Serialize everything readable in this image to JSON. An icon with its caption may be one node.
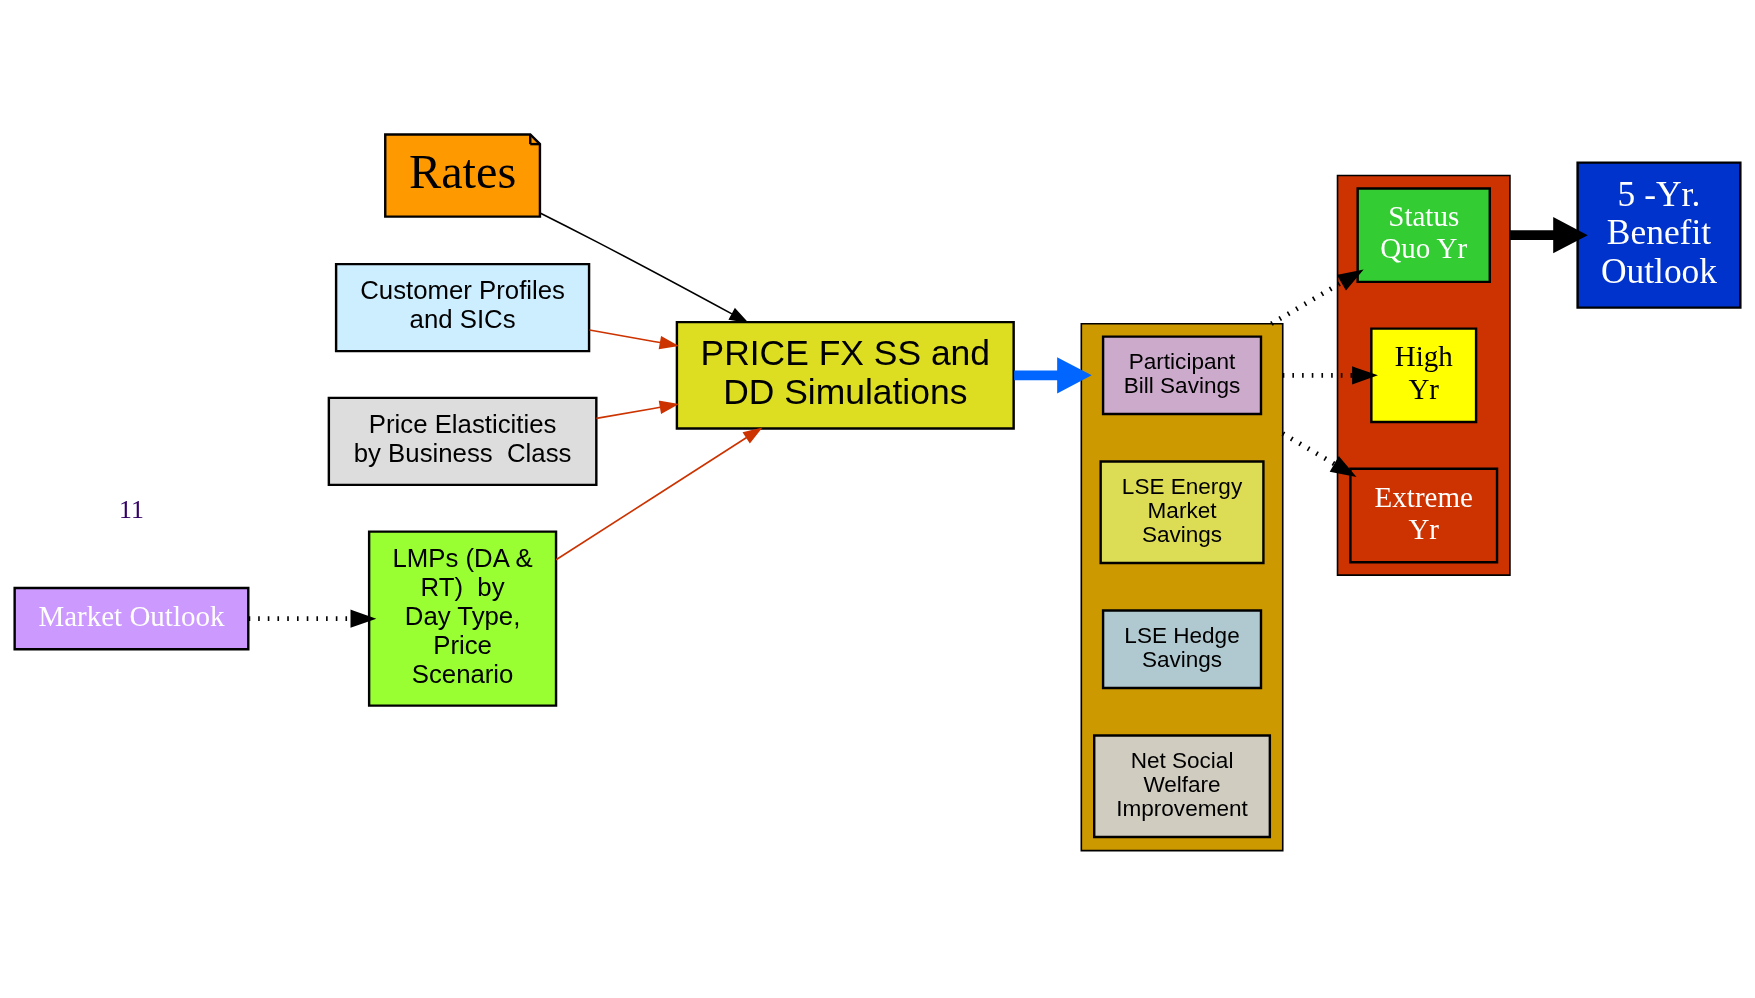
{
  "diagram": {
    "nodes": [
      {
        "text": [
          "Rates"
        ]
      },
      {
        "text": [
          "Customer Profiles and SICs"
        ]
      },
      {
        "text": [
          "Market Outlook"
        ]
      },
      {
        "text": [
          "Price Elasticities by Business  Class"
        ]
      },
      {
        "text": [
          "PRICE FX SS and DD Simulations"
        ]
      },
      {
        "text": [
          "LMPs (DA & RT)  by Day Type, Price Scenario"
        ]
      },
      {
        "text": [],
        "shape": "box"
      },
      {
        "text": [
          "Participant  Bill Savings"
        ],
        "in": 6
      },
      {
        "text": [
          "LSE Energy Market Savings"
        ],
        "in": 6
      },
      {
        "text": [
          "LSE Hedge Savings"
        ],
        "in": 6
      },
      {
        "text": [
          "Net Social Welfare Improvement"
        ],
        "in": 6
      },
      {
        "text": [],
        "shape": "box"
      },
      {
        "text": [
          "Status Quo Yr"
        ],
        "in": 11
      },
      {
        "text": [
          "High Yr"
        ],
        "in": 11
      },
      {
        "text": [
          "Extreme Yr"
        ],
        "in": 11
      },
      {
        "text": [
          "5 -Yr. Benefit Outlook"
        ]
      }
    ],
    "edges": [
      {
        "from": 0,
        "to": 4,
        "arrow": "to"
      },
      {
        "from": 1,
        "to": 4,
        "arrow": "to",
        "color": "#cc3300"
      },
      {
        "from": 2,
        "to": 5,
        "arrow": "to",
        "style": "dashed"
      },
      {
        "from": 3,
        "to": 4,
        "arrow": "to",
        "color": "#cc3300"
      },
      {
        "from": 5,
        "to": 4,
        "arrow": "to",
        "color": "#cc3300"
      },
      {
        "from": 4,
        "to": 6,
        "arrow": "to",
        "style": "thick",
        "color": "#0066ff"
      },
      {
        "from": 6,
        "to": 12,
        "arrow": "to",
        "style": "dashed"
      },
      {
        "from": 6,
        "to": 13,
        "arrow": "to",
        "style": "dashed"
      },
      {
        "from": 6,
        "to": 14,
        "arrow": "to",
        "style": "dashed"
      },
      {
        "from": 11,
        "to": 15,
        "arrow": "to",
        "style": "thick"
      }
    ],
    "labels": [
      "11"
    ]
  }
}
